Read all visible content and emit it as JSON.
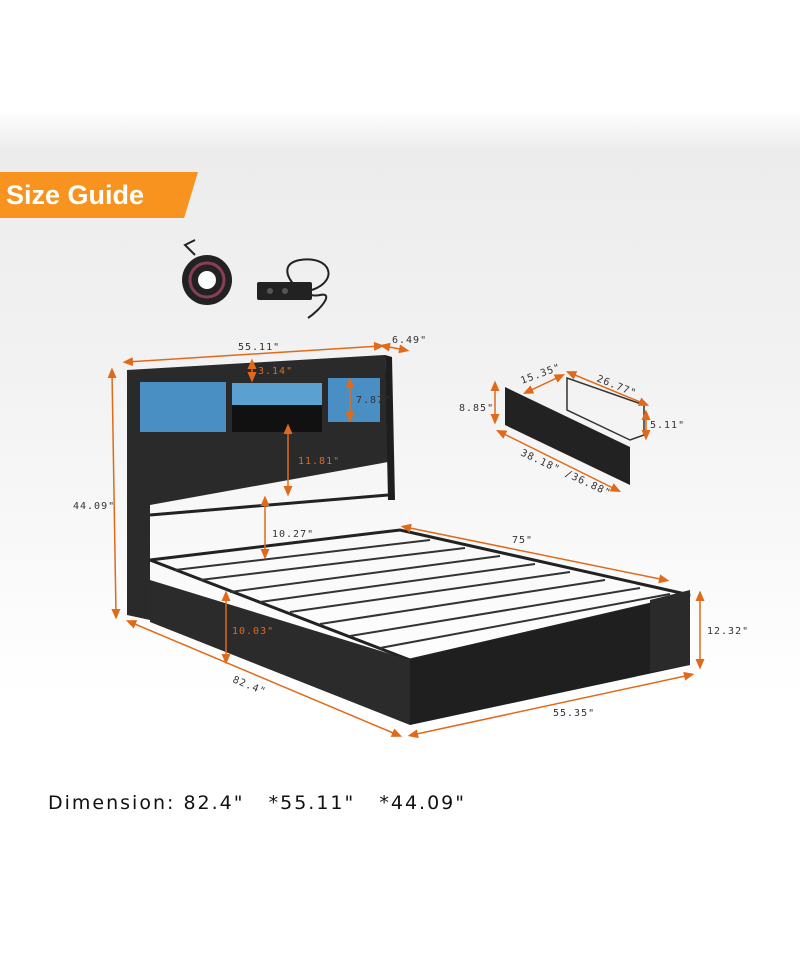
{
  "badge": {
    "label": "Size Guide",
    "color": "#f7931e"
  },
  "accessories": [
    "led-strip-icon",
    "power-strip-icon"
  ],
  "bed": {
    "width": "55.11\"",
    "headboard_depth": "6.49\"",
    "top_shelf_height": "3.14\"",
    "cubby_height": "7.87\"",
    "headboard_panel_height": "11.81\"",
    "headboard_height": "44.09\"",
    "under_headboard_gap": "10.27\"",
    "side_rail_length": "75\"",
    "storage_height": "10.03\"",
    "footboard_height": "12.32\"",
    "length": "82.4\"",
    "footboard_width": "55.35\""
  },
  "drawer": {
    "height": "8.85\"",
    "depth": "15.35\"",
    "basket_length": "26.77\"",
    "basket_height": "5.11\"",
    "front_length": "38.18\" /36.88\""
  },
  "colors": {
    "dimension_arrow": "#e06a1a",
    "led": "#4a8fc4",
    "frame": "#2a2a2a"
  },
  "footer": {
    "label": "Dimension:",
    "values": "82.4\"   *55.11\"   *44.09\""
  }
}
